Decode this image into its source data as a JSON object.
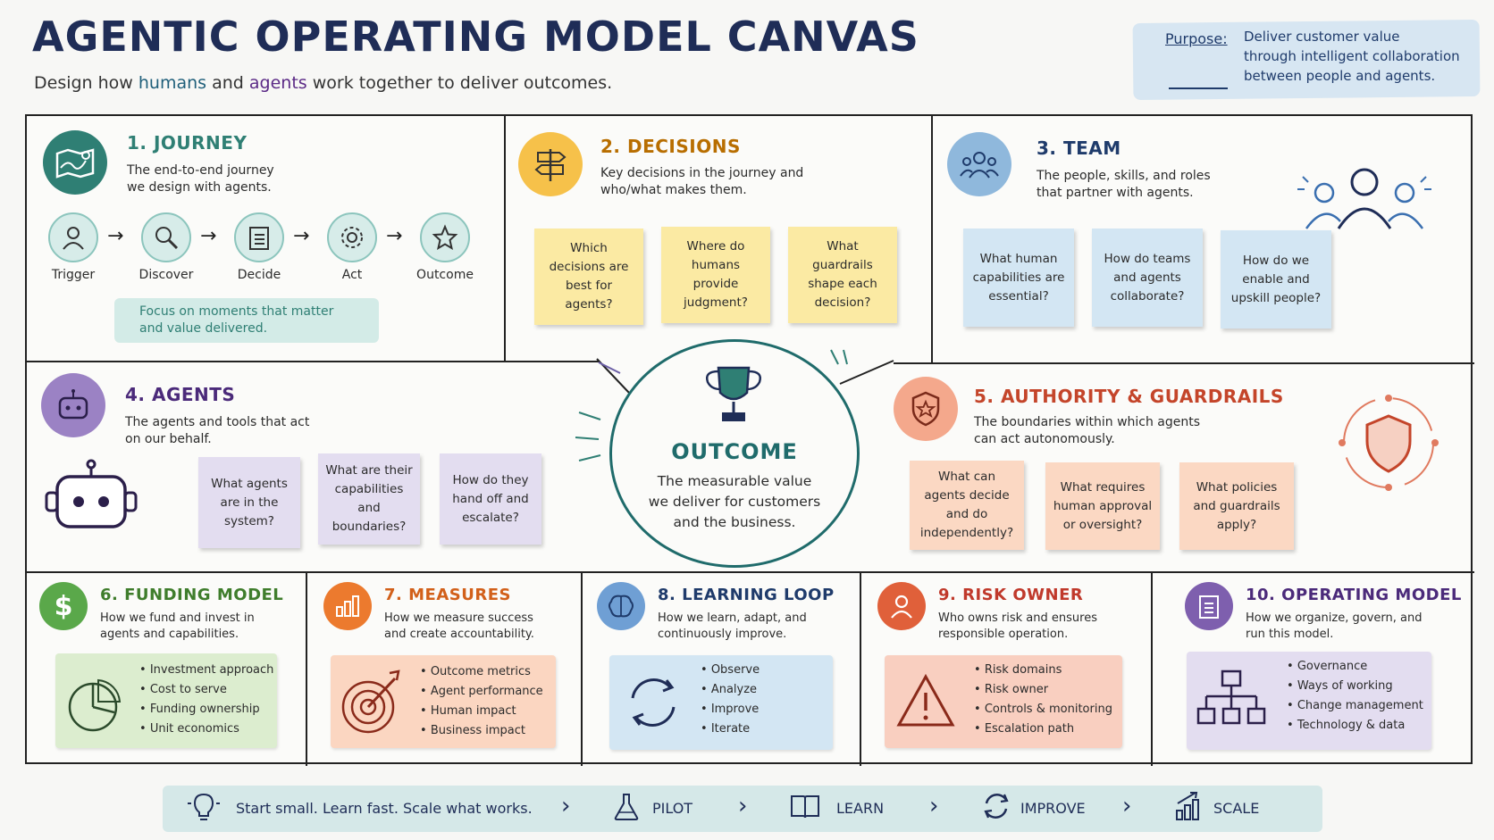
{
  "header": {
    "title": "AGENTIC OPERATING MODEL CANVAS",
    "subtitle_pre": "Design how ",
    "subtitle_humans": "humans",
    "subtitle_mid": " and ",
    "subtitle_agents": "agents",
    "subtitle_post": " work together to deliver outcomes."
  },
  "purpose": {
    "label": "Purpose:",
    "line1": "Deliver customer value",
    "line2": "through intelligent collaboration",
    "line3": "between people and agents."
  },
  "journey": {
    "title": "1. JOURNEY",
    "desc1": "The end-to-end journey",
    "desc2": "we design with agents.",
    "steps": [
      "Trigger",
      "Discover",
      "Decide",
      "Act",
      "Outcome"
    ],
    "note1": "Focus on moments that matter",
    "note2": "and value delivered."
  },
  "decisions": {
    "title": "2. DECISIONS",
    "desc1": "Key decisions in the journey and",
    "desc2": "who/what makes them.",
    "notes": [
      "Which decisions are best for agents?",
      "Where do humans provide judgment?",
      "What guardrails shape each decision?"
    ]
  },
  "team": {
    "title": "3. TEAM",
    "desc1": "The people, skills, and roles",
    "desc2": "that partner with agents.",
    "notes": [
      "What human capabilities are essential?",
      "How do teams and agents collaborate?",
      "How do we enable and upskill people?"
    ]
  },
  "agents": {
    "title": "4. AGENTS",
    "desc1": "The agents and tools that act",
    "desc2": "on our behalf.",
    "notes": [
      "What agents are in the system?",
      "What are their capabilities and boundaries?",
      "How do they hand off and escalate?"
    ]
  },
  "outcome": {
    "title": "OUTCOME",
    "desc1": "The measurable value",
    "desc2": "we deliver for customers",
    "desc3": "and the business."
  },
  "authority": {
    "title": "5. AUTHORITY & GUARDRAILS",
    "desc1": "The boundaries within which agents",
    "desc2": "can act autonomously.",
    "notes": [
      "What can agents decide and do independently?",
      "What requires human approval or oversight?",
      "What policies and guardrails apply?"
    ]
  },
  "funding": {
    "title": "6. FUNDING MODEL",
    "desc1": "How we fund and invest in",
    "desc2": "agents and capabilities.",
    "items": [
      "Investment approach",
      "Cost to serve",
      "Funding ownership",
      "Unit economics"
    ]
  },
  "measures": {
    "title": "7. MEASURES",
    "desc1": "How we measure success",
    "desc2": "and create accountability.",
    "items": [
      "Outcome metrics",
      "Agent performance",
      "Human impact",
      "Business impact"
    ]
  },
  "learning": {
    "title": "8. LEARNING LOOP",
    "desc1": "How we learn, adapt, and",
    "desc2": "continuously improve.",
    "items": [
      "Observe",
      "Analyze",
      "Improve",
      "Iterate"
    ]
  },
  "risk": {
    "title": "9. RISK OWNER",
    "desc1": "Who owns risk and ensures",
    "desc2": "responsible operation.",
    "items": [
      "Risk domains",
      "Risk owner",
      "Controls & monitoring",
      "Escalation path"
    ]
  },
  "opmodel": {
    "title": "10. OPERATING MODEL",
    "desc1": "How we organize, govern, and",
    "desc2": "run this model.",
    "items": [
      "Governance",
      "Ways of working",
      "Change management",
      "Technology & data"
    ]
  },
  "footer": {
    "tagline": "Start small. Learn fast. Scale what works.",
    "stages": [
      "PILOT",
      "LEARN",
      "IMPROVE",
      "SCALE"
    ]
  },
  "colors": {
    "journey": "#2f7f74",
    "decisions": "#b86e00",
    "team": "#1f3b6b",
    "agents": "#4b2a7a",
    "authority": "#c4452a",
    "funding": "#3f7d2c",
    "measures": "#d2601a",
    "learning": "#1f3b6b",
    "risk": "#c0392b",
    "opmodel": "#4b2a7a"
  }
}
